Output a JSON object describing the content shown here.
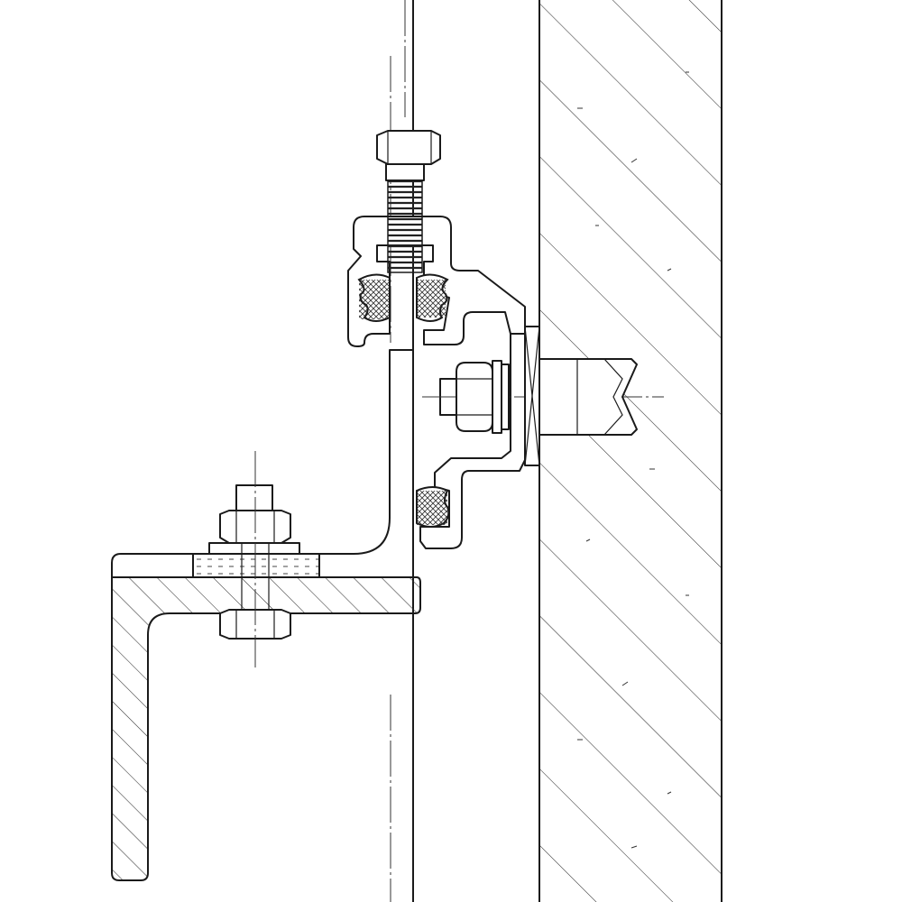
{
  "drawing": {
    "kind": "curtain wall anchorage section detail",
    "components": [
      "concrete-wall",
      "facade-panel",
      "angle-steel-support",
      "adjustment-bolt",
      "aluminum-hanger-profile",
      "rubber-gasket",
      "anchor-bolt",
      "expansion-sleeve",
      "hex-nut",
      "washer",
      "shim-pad"
    ],
    "line_color": "#1a1a1a",
    "background_color": "#ffffff"
  }
}
